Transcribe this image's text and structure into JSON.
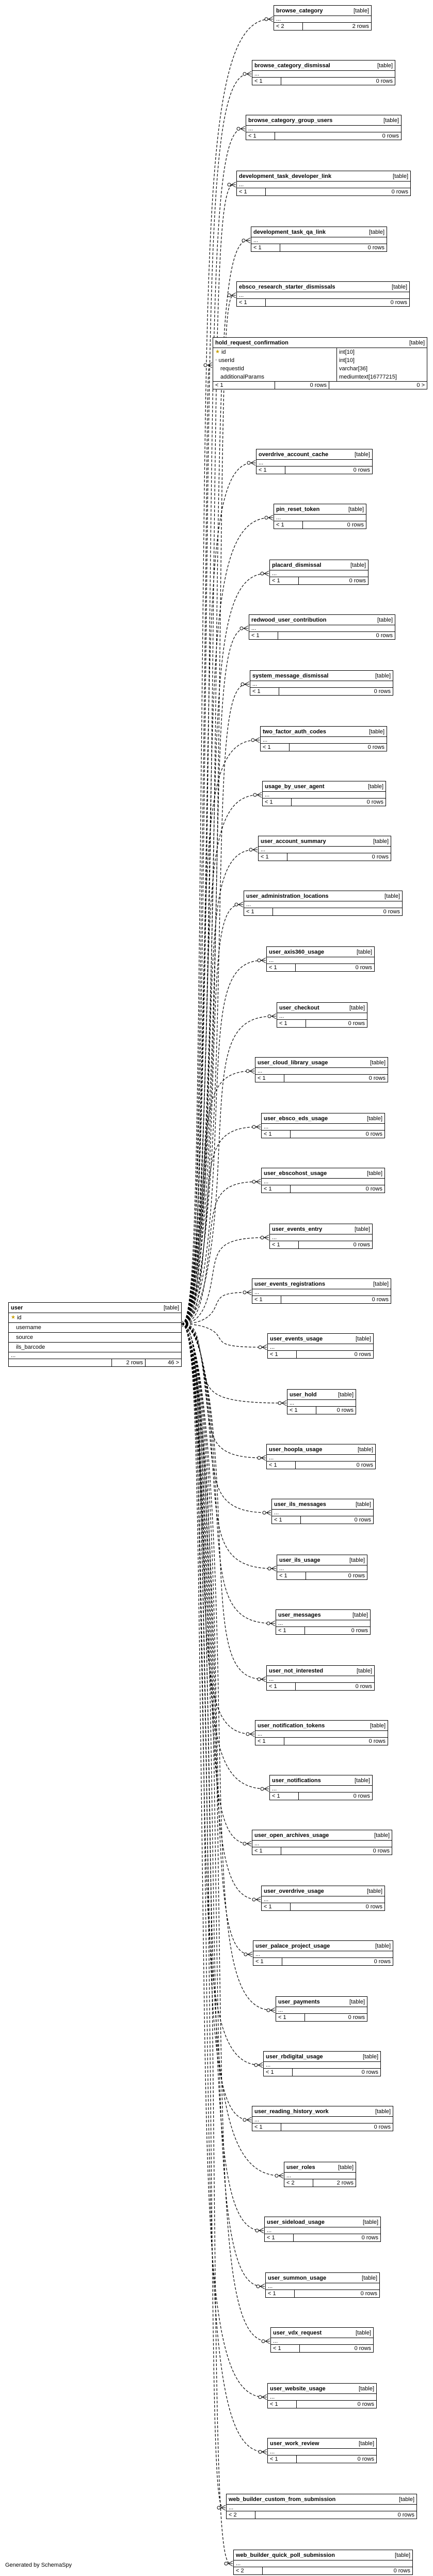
{
  "table_tag": "[table]",
  "footer": "Generated by SchemaSpy",
  "user": {
    "name": "user",
    "columns": [
      "id",
      "username",
      "source",
      "ils_barcode"
    ],
    "dots": "...",
    "rows_label": "2 rows",
    "children": "46 >"
  },
  "hold": {
    "name": "hold_request_confirmation",
    "columns": [
      {
        "name": "id",
        "type": "int[10]",
        "icon": "key"
      },
      {
        "name": "userId",
        "type": "int[10]",
        "icon": "fk"
      },
      {
        "name": "requestId",
        "type": "varchar[36]",
        "icon": ""
      },
      {
        "name": "additionalParams",
        "type": "mediumtext[16777215]",
        "icon": ""
      }
    ],
    "foot_left": "< 1",
    "foot_mid": "0 rows",
    "foot_right": "0 >"
  },
  "tables": [
    {
      "name": "browse_category",
      "left": "< 2",
      "right": "2 rows"
    },
    {
      "name": "browse_category_dismissal",
      "left": "< 1",
      "right": "0 rows"
    },
    {
      "name": "browse_category_group_users",
      "left": "< 1",
      "right": "0 rows"
    },
    {
      "name": "development_task_developer_link",
      "left": "< 1",
      "right": "0 rows"
    },
    {
      "name": "development_task_qa_link",
      "left": "< 1",
      "right": "0 rows"
    },
    {
      "name": "ebsco_research_starter_dismissals",
      "left": "< 1",
      "right": "0 rows"
    },
    {
      "name": "overdrive_account_cache",
      "left": "< 1",
      "right": "0 rows"
    },
    {
      "name": "pin_reset_token",
      "left": "< 1",
      "right": "0 rows"
    },
    {
      "name": "placard_dismissal",
      "left": "< 1",
      "right": "0 rows"
    },
    {
      "name": "redwood_user_contribution",
      "left": "< 1",
      "right": "0 rows"
    },
    {
      "name": "system_message_dismissal",
      "left": "< 1",
      "right": "0 rows"
    },
    {
      "name": "two_factor_auth_codes",
      "left": "< 1",
      "right": "0 rows"
    },
    {
      "name": "usage_by_user_agent",
      "left": "< 1",
      "right": "0 rows"
    },
    {
      "name": "user_account_summary",
      "left": "< 1",
      "right": "0 rows"
    },
    {
      "name": "user_administration_locations",
      "left": "< 1",
      "right": "0 rows"
    },
    {
      "name": "user_axis360_usage",
      "left": "< 1",
      "right": "0 rows"
    },
    {
      "name": "user_checkout",
      "left": "< 1",
      "right": "0 rows"
    },
    {
      "name": "user_cloud_library_usage",
      "left": "< 1",
      "right": "0 rows"
    },
    {
      "name": "user_ebsco_eds_usage",
      "left": "< 1",
      "right": "0 rows"
    },
    {
      "name": "user_ebscohost_usage",
      "left": "< 1",
      "right": "0 rows"
    },
    {
      "name": "user_events_entry",
      "left": "< 1",
      "right": "0 rows"
    },
    {
      "name": "user_events_registrations",
      "left": "< 1",
      "right": "0 rows"
    },
    {
      "name": "user_events_usage",
      "left": "< 1",
      "right": "0 rows"
    },
    {
      "name": "user_hold",
      "left": "< 1",
      "right": "0 rows"
    },
    {
      "name": "user_hoopla_usage",
      "left": "< 1",
      "right": "0 rows"
    },
    {
      "name": "user_ils_messages",
      "left": "< 1",
      "right": "0 rows"
    },
    {
      "name": "user_ils_usage",
      "left": "< 1",
      "right": "0 rows"
    },
    {
      "name": "user_messages",
      "left": "< 1",
      "right": "0 rows"
    },
    {
      "name": "user_not_interested",
      "left": "< 1",
      "right": "0 rows"
    },
    {
      "name": "user_notification_tokens",
      "left": "< 1",
      "right": "0 rows"
    },
    {
      "name": "user_notifications",
      "left": "< 1",
      "right": "0 rows"
    },
    {
      "name": "user_open_archives_usage",
      "left": "< 1",
      "right": "0 rows"
    },
    {
      "name": "user_overdrive_usage",
      "left": "< 1",
      "right": "0 rows"
    },
    {
      "name": "user_palace_project_usage",
      "left": "< 1",
      "right": "0 rows"
    },
    {
      "name": "user_payments",
      "left": "< 1",
      "right": "0 rows"
    },
    {
      "name": "user_rbdigital_usage",
      "left": "< 1",
      "right": "0 rows"
    },
    {
      "name": "user_reading_history_work",
      "left": "< 1",
      "right": "0 rows"
    },
    {
      "name": "user_roles",
      "left": "< 2",
      "right": "2 rows"
    },
    {
      "name": "user_sideload_usage",
      "left": "< 1",
      "right": "0 rows"
    },
    {
      "name": "user_summon_usage",
      "left": "< 1",
      "right": "0 rows"
    },
    {
      "name": "user_vdx_request",
      "left": "< 1",
      "right": "0 rows"
    },
    {
      "name": "user_website_usage",
      "left": "< 1",
      "right": "0 rows"
    },
    {
      "name": "user_work_review",
      "left": "< 1",
      "right": "0 rows"
    },
    {
      "name": "web_builder_custom_from_submission",
      "left": "< 2",
      "right": "0 rows"
    },
    {
      "name": "web_builder_quick_poll_submission",
      "left": "< 2",
      "right": "0 rows"
    }
  ]
}
